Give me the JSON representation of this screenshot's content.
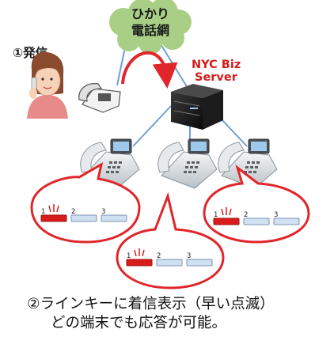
{
  "network": {
    "line1": "ひかり",
    "line2": "電話網"
  },
  "caller": {
    "label": "①発信"
  },
  "server": {
    "line1": "NYC Biz",
    "line2": "Server"
  },
  "callouts": [
    {
      "keys": [
        "1",
        "2",
        "3"
      ]
    },
    {
      "keys": [
        "1",
        "2",
        "3"
      ]
    },
    {
      "keys": [
        "1",
        "2",
        "3"
      ]
    }
  ],
  "caption": {
    "line1": "②ラインキーに着信表示（早い点滅）",
    "line2": "どの端末でも応答が可能。"
  },
  "colors": {
    "cloud": "#a9cf86",
    "line": "#6f9fd6",
    "arrow": "#e0262b",
    "server_text": "#d41c1c",
    "lit_key": "#d81b1b",
    "unlit_key": "#cfe0f2"
  }
}
